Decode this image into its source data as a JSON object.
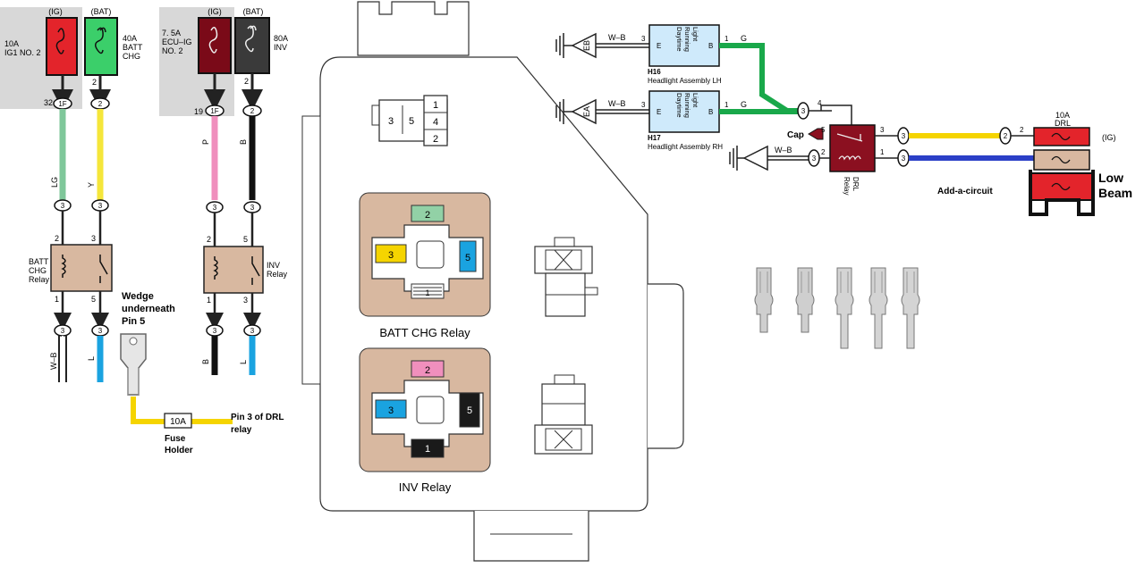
{
  "left_circuits": {
    "ig_a": "(IG)",
    "bat_a": "(BAT)",
    "fuse_ig1": [
      "10A",
      "IG1 NO. 2"
    ],
    "fuse_batt_chg": [
      "40A",
      "BATT",
      "CHG"
    ],
    "pin_32": "32",
    "conn_1f": "1F",
    "pin_2": "2",
    "wire_lg": "LG",
    "wire_y": "Y",
    "conn_3": "3",
    "pin_1": "1",
    "pin_5": "5",
    "batt_chg_relay": [
      "BATT",
      "CHG",
      "Relay"
    ],
    "wire_wb": "W–B",
    "wire_l": "L",
    "wedge_note": [
      "Wedge",
      "underneath",
      "Pin 5"
    ],
    "inline_fuse": "10A",
    "fuse_holder": [
      "Fuse",
      "Holder"
    ],
    "pin3_drl": [
      "Pin 3 of DRL",
      "relay"
    ],
    "ig_b": "(IG)",
    "bat_b": "(BAT)",
    "fuse_ecu_ig": [
      "7. 5A",
      "ECU–IG",
      "NO. 2"
    ],
    "fuse_inv": [
      "80A",
      "INV"
    ],
    "pin_19": "19",
    "wire_p": "P",
    "wire_b": "B",
    "inv_relay": [
      "INV",
      "Relay"
    ]
  },
  "relay_box": {
    "top_connector": [
      "3",
      "5",
      "1",
      "4",
      "2"
    ],
    "batt_chg_relay_pins": [
      "2",
      "3",
      "5",
      "1"
    ],
    "batt_chg_relay_label": "BATT CHG Relay",
    "inv_relay_pins": [
      "2",
      "3",
      "5",
      "1"
    ],
    "inv_relay_label": "INV Relay"
  },
  "drl_circuit": {
    "eb": "EB",
    "ea": "EA",
    "wb": "W–B",
    "g": "G",
    "pin_3": "3",
    "pin_1": "1",
    "pin_4": "4",
    "pin_5": "5",
    "pin_2": "2",
    "e": "E",
    "b": "B",
    "module_text": [
      "Daytime",
      "Running",
      "Light"
    ],
    "h16": "H16",
    "h16_desc": "Headlight Assembly LH",
    "h17": "H17",
    "h17_desc": "Headlight Assembly RH",
    "cap": "Cap",
    "drl_relay": [
      "DRL",
      "Relay"
    ],
    "add_a_circuit": "Add-a-circuit",
    "fuse_drl": [
      "10A",
      "DRL"
    ],
    "ig": "(IG)",
    "low_beam": [
      "Low",
      "Beam"
    ]
  },
  "colors": {
    "fuse_red": "#e3242b",
    "fuse_green": "#3bcf6a",
    "fuse_maroon": "#7a0a18",
    "fuse_dark": "#3a3a3a",
    "wire_lg": "#7fc79a",
    "wire_y": "#f5e63a",
    "wire_l": "#1aa3e0",
    "wire_p": "#f08fbd",
    "wire_green": "#19a84a",
    "wire_blue": "#2b3fc7",
    "relay_tan": "#d8b8a0",
    "module_blue": "#cfeafb"
  }
}
